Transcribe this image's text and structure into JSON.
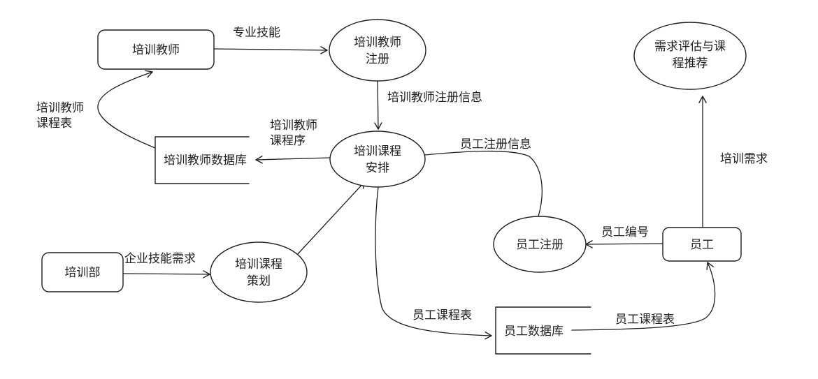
{
  "entities": {
    "trainer": "培训教师",
    "training_dept": "培训部",
    "employee": "员工"
  },
  "processes": {
    "trainer_register": [
      "培训教师",
      "注册"
    ],
    "course_schedule": [
      "培训课程",
      "安排"
    ],
    "course_plan": [
      "培训课程",
      "策划"
    ],
    "employee_register": "员工注册",
    "needs_eval": [
      "需求评估与课",
      "程推荐"
    ]
  },
  "stores": {
    "trainer_db": "培训教师数据库",
    "employee_db": "员工数据库"
  },
  "flows": {
    "professional_skills": "专业技能",
    "trainer_reg_info": "培训教师注册信息",
    "trainer_schedule_up": [
      "培训教师",
      "课程表"
    ],
    "trainer_schedule_store": [
      "培训教师",
      "课程序"
    ],
    "employee_reg_info": "员工注册信息",
    "training_needs": "培训需求",
    "employee_id": "员工编号",
    "enterprise_skill_needs": "企业技能需求",
    "employee_schedule_left": "员工课程表",
    "employee_schedule_right": "员工课程表"
  }
}
